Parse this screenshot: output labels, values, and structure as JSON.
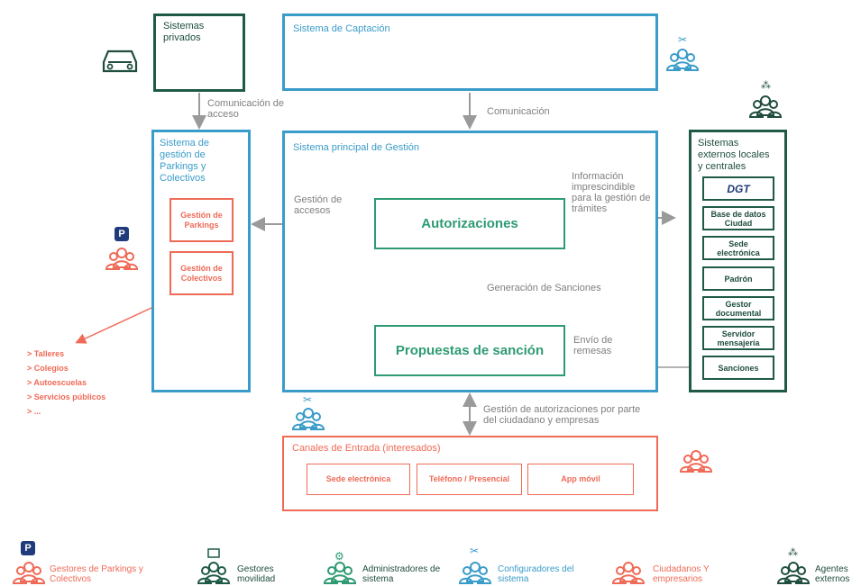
{
  "sistemas_privados": "Sistemas privados",
  "sistema_captacion": "Sistema de Captación",
  "comunicacion_acceso": "Comunicación de acceso",
  "comunicacion": "Comunicación",
  "parkings_title": "Sistema de gestión de Parkings y Colectivos",
  "gestion_parkings": "Gestión de Parkings",
  "gestion_colectivos": "Gestión de Colectivos",
  "principal_title": "Sistema principal de Gestión",
  "gestion_accesos": "Gestión de accesos",
  "autorizaciones": "Autorizaciones",
  "informacion": "Información imprescindible para la gestión de trámites",
  "generacion_sanciones": "Generación de Sanciones",
  "propuestas": "Propuestas de sanción",
  "envio_remesas": "Envío de remesas",
  "externos_title": "Sistemas externos locales y centrales",
  "externos_items": [
    "DGT",
    "Base de datos Ciudad",
    "Sede electrónica",
    "Padrón",
    "Gestor documental",
    "Servidor mensajería",
    "Sanciones"
  ],
  "gestion_autorizaciones": "Gestión de autorizaciones por parte del ciudadano y empresas",
  "canales_title": "Canales de Entrada (interesados)",
  "canales": [
    "Sede electrónica",
    "Teléfono / Presencial",
    "App móvil"
  ],
  "talleres_list": [
    "> Talleres",
    "> Colegios",
    "> Autoescuelas",
    "> Servicios públicos",
    "> ..."
  ],
  "parking_badge": "P",
  "legend": [
    {
      "label": "Gestores de Parkings y Colectivos",
      "color": "#ef6a57"
    },
    {
      "label": "Gestores movilidad",
      "color": "#1f4d3e"
    },
    {
      "label": "Administradores de sistema",
      "color": "#1f4d3e"
    },
    {
      "label": "Configuradores del sistema",
      "color": "#3a9cc9"
    },
    {
      "label": "Ciudadanos Y empresarios",
      "color": "#ef6a57"
    },
    {
      "label": "Agentes externos",
      "color": "#1f4d3e"
    }
  ],
  "colors": {
    "blue": "#3a9cc9",
    "dark_green": "#1f5a47",
    "green": "#2e9b72",
    "orange": "#ef6a57",
    "gray": "#8c8c8c"
  }
}
